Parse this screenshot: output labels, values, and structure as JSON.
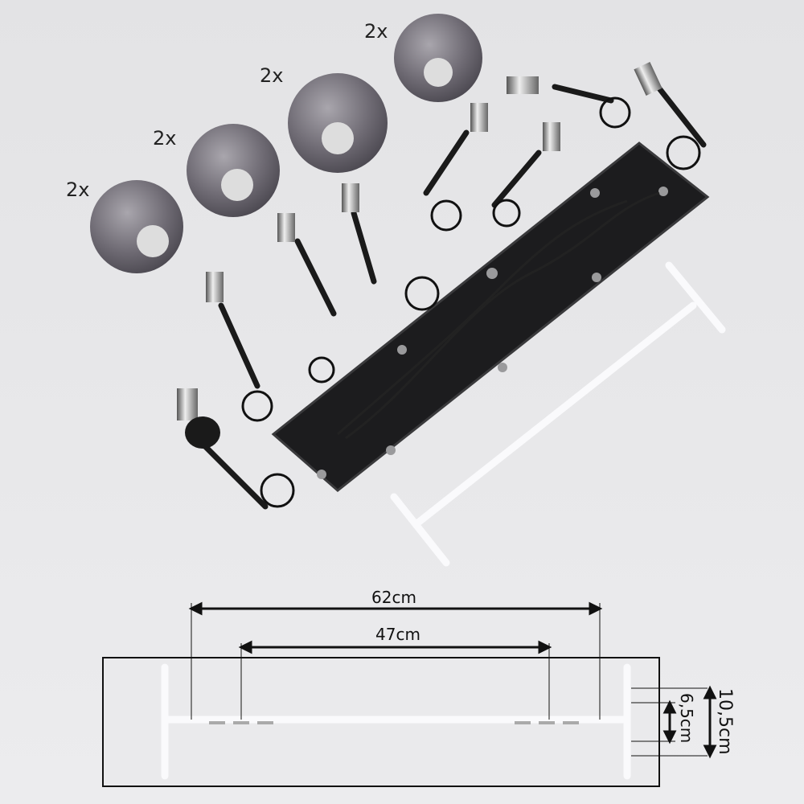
{
  "parts": {
    "globe_quantities": [
      "2x",
      "2x",
      "2x",
      "2x"
    ]
  },
  "dimensions": {
    "outer_width": "62cm",
    "inner_width": "47cm",
    "inner_height": "6,5cm",
    "outer_height": "10,5cm"
  },
  "colors": {
    "background": "#e6e6e8",
    "canopy": "#1c1c1e",
    "glass": "#77737c",
    "bracket": "#f4f4f6"
  }
}
